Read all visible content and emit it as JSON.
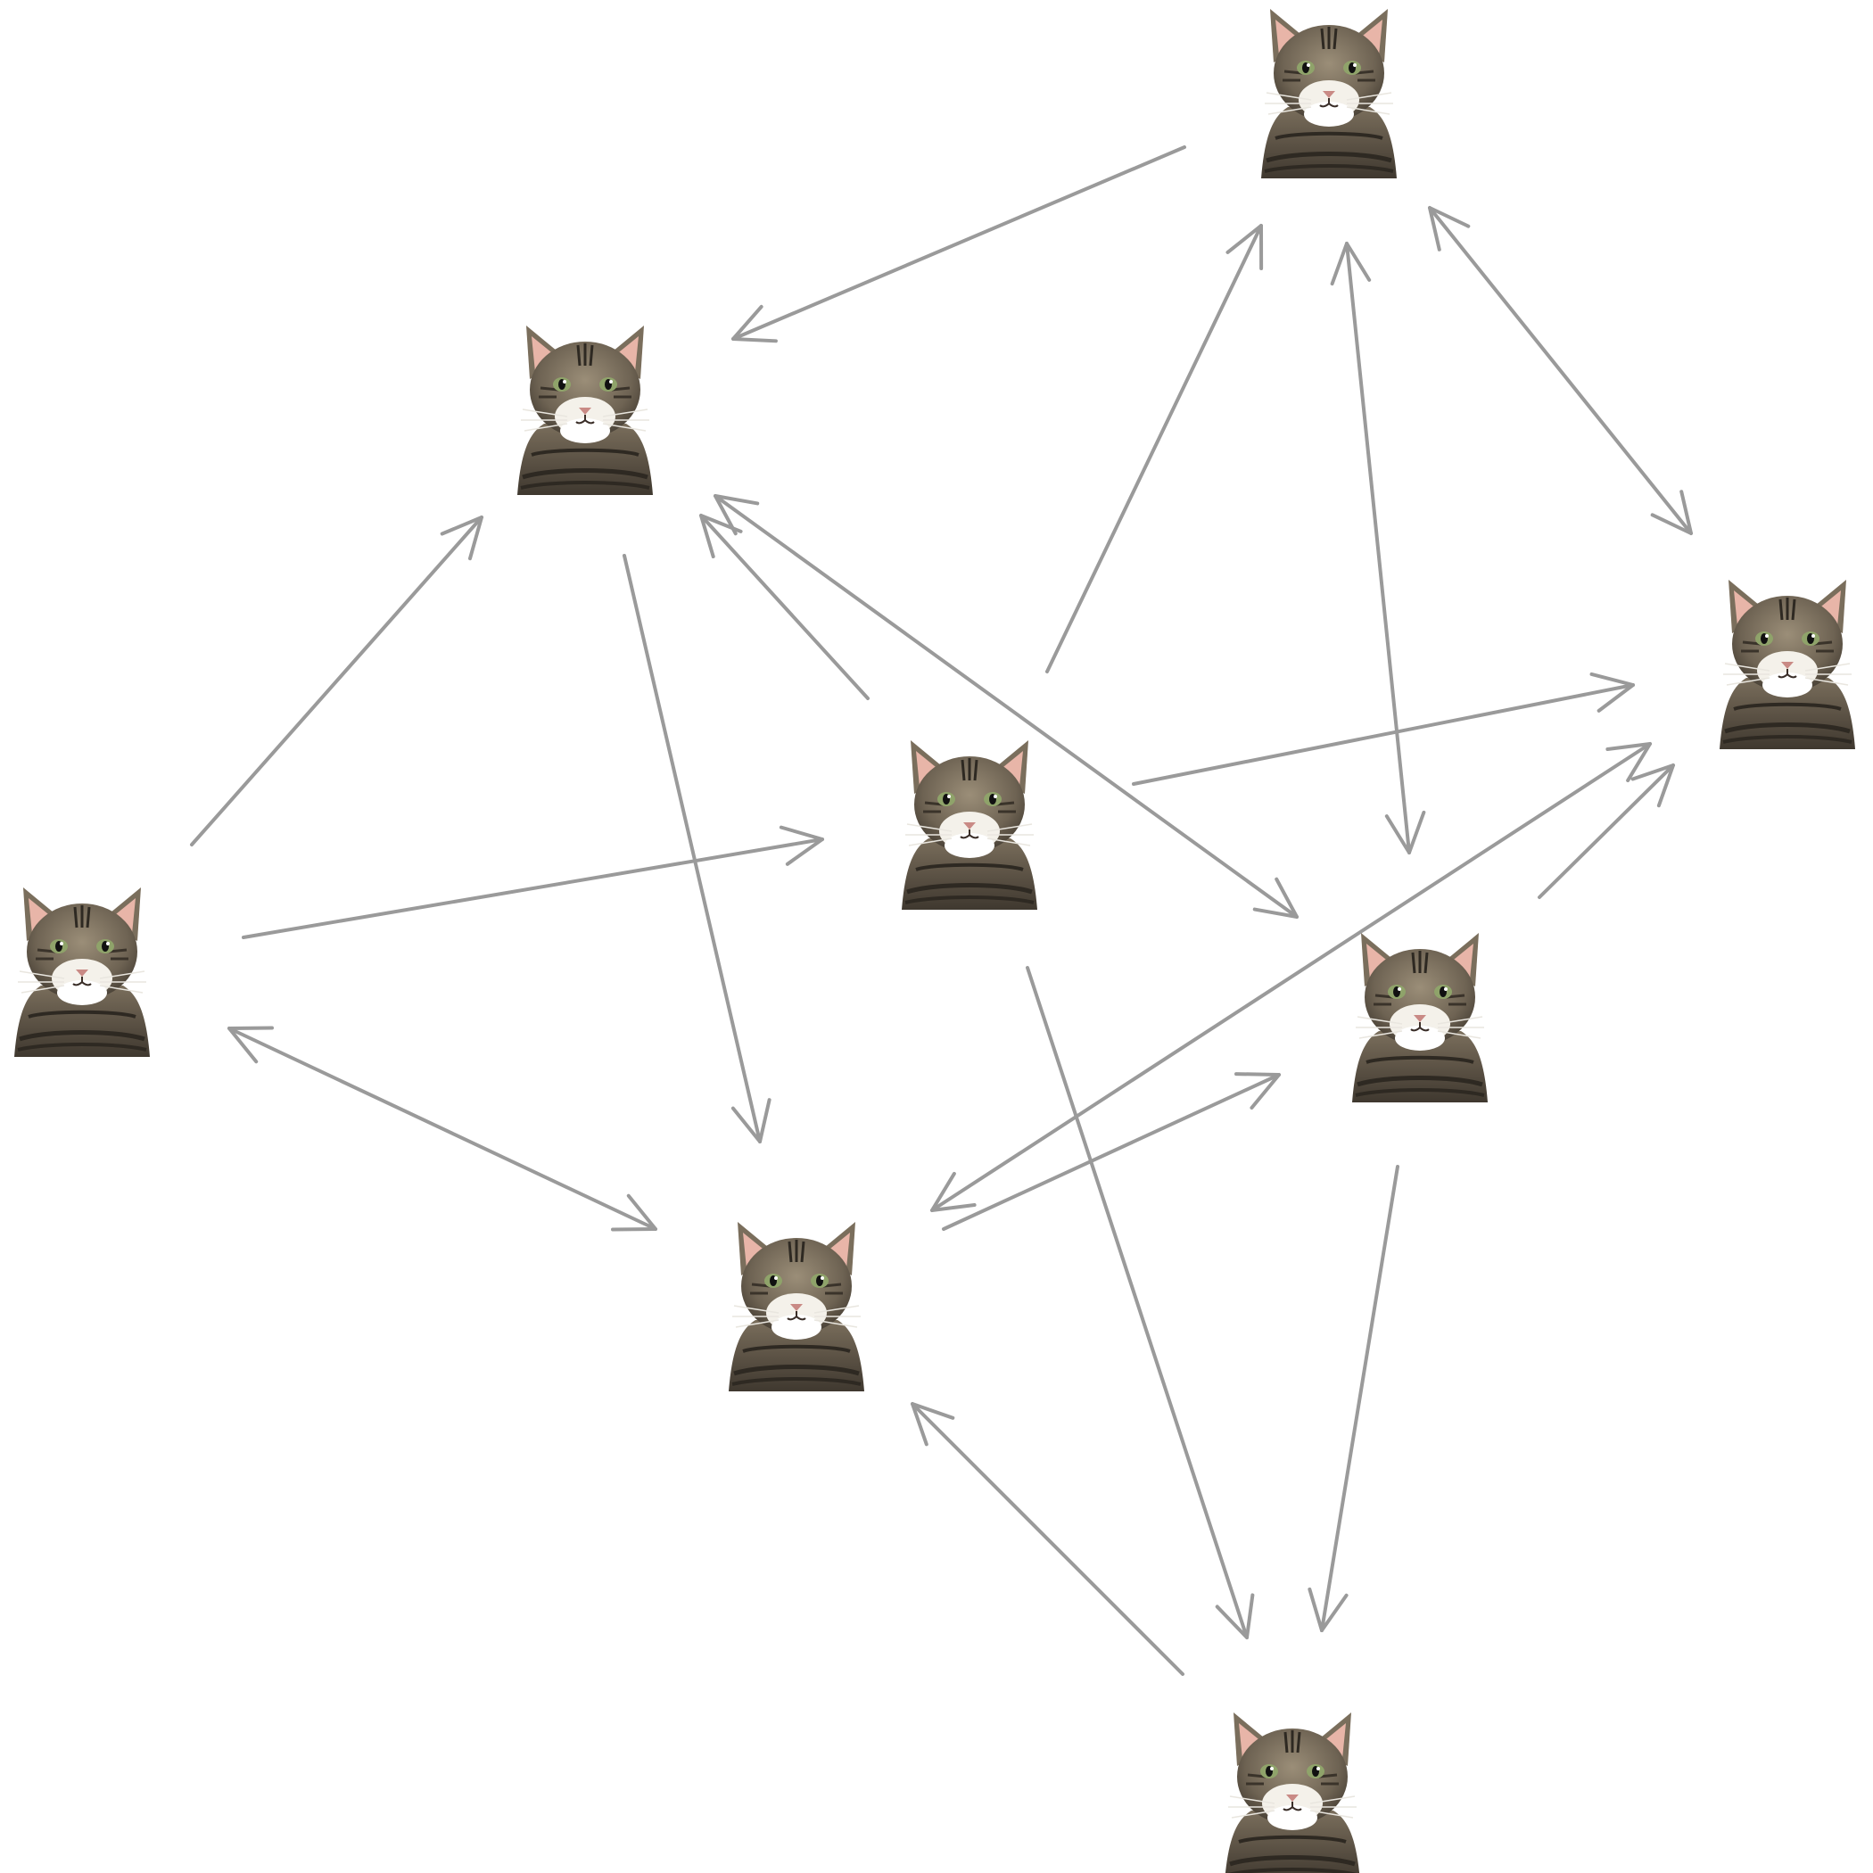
{
  "diagram": {
    "type": "directed-graph",
    "node_icon": "tabby-cat-photo",
    "edge_color": "#9a9a9a",
    "nodes": [
      {
        "id": "cat-top-right",
        "icon": "tabby-cat-photo"
      },
      {
        "id": "cat-upper-left",
        "icon": "tabby-cat-photo"
      },
      {
        "id": "cat-far-right",
        "icon": "tabby-cat-photo"
      },
      {
        "id": "cat-center",
        "icon": "tabby-cat-photo"
      },
      {
        "id": "cat-far-left",
        "icon": "tabby-cat-photo"
      },
      {
        "id": "cat-right-middle",
        "icon": "tabby-cat-photo"
      },
      {
        "id": "cat-lower-center",
        "icon": "tabby-cat-photo"
      },
      {
        "id": "cat-bottom",
        "icon": "tabby-cat-photo"
      }
    ],
    "edges": [
      {
        "from": "cat-top-right",
        "to": "cat-upper-left",
        "direction": "forward"
      },
      {
        "from": "cat-center",
        "to": "cat-top-right",
        "direction": "forward"
      },
      {
        "from": "cat-top-right",
        "to": "cat-right-middle",
        "direction": "both"
      },
      {
        "from": "cat-top-right",
        "to": "cat-far-right",
        "direction": "both"
      },
      {
        "from": "cat-far-left",
        "to": "cat-upper-left",
        "direction": "forward"
      },
      {
        "from": "cat-upper-left",
        "to": "cat-lower-center",
        "direction": "forward"
      },
      {
        "from": "cat-center",
        "to": "cat-upper-left",
        "direction": "forward"
      },
      {
        "from": "cat-upper-left",
        "to": "cat-right-middle",
        "direction": "both"
      },
      {
        "from": "cat-far-left",
        "to": "cat-center",
        "direction": "forward"
      },
      {
        "from": "cat-far-left",
        "to": "cat-lower-center",
        "direction": "both"
      },
      {
        "from": "cat-center",
        "to": "cat-far-right",
        "direction": "forward"
      },
      {
        "from": "cat-center",
        "to": "cat-bottom",
        "direction": "forward"
      },
      {
        "from": "cat-far-right",
        "to": "cat-lower-center",
        "direction": "both"
      },
      {
        "from": "cat-right-middle",
        "to": "cat-far-right",
        "direction": "forward"
      },
      {
        "from": "cat-lower-center",
        "to": "cat-right-middle",
        "direction": "forward"
      },
      {
        "from": "cat-right-middle",
        "to": "cat-bottom",
        "direction": "forward"
      },
      {
        "from": "cat-bottom",
        "to": "cat-lower-center",
        "direction": "forward"
      }
    ]
  }
}
